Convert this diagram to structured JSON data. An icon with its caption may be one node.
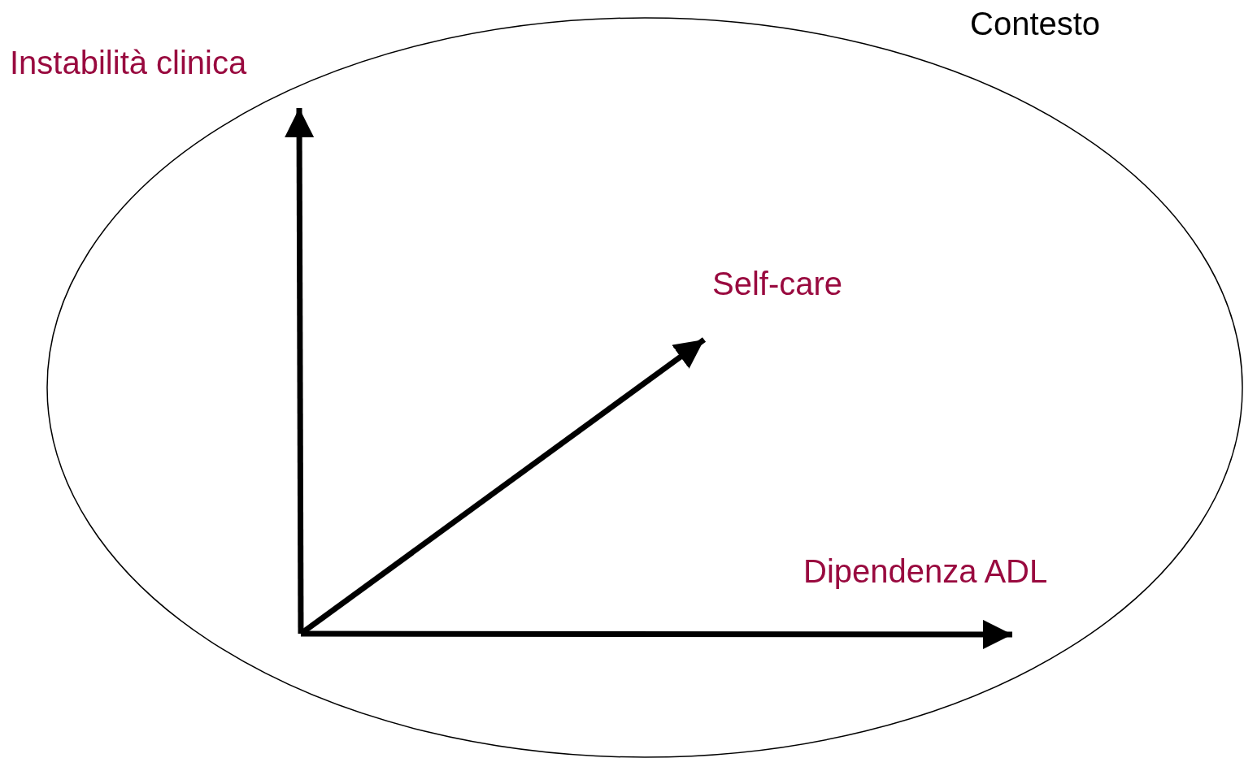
{
  "diagram": {
    "nodes": [
      {
        "text": [
          "Contesto"
        ]
      },
      {
        "text": [
          "Instabilità clinica"
        ]
      },
      {
        "text": [
          "Self-care"
        ],
        "in": 0
      },
      {
        "text": [
          "Dipendenza ADL"
        ],
        "in": 0
      }
    ],
    "edges": [
      {
        "from": null,
        "to": 1,
        "arrow": "to"
      },
      {
        "from": null,
        "to": 2,
        "arrow": "to"
      },
      {
        "from": null,
        "to": 3,
        "arrow": "to"
      }
    ]
  }
}
